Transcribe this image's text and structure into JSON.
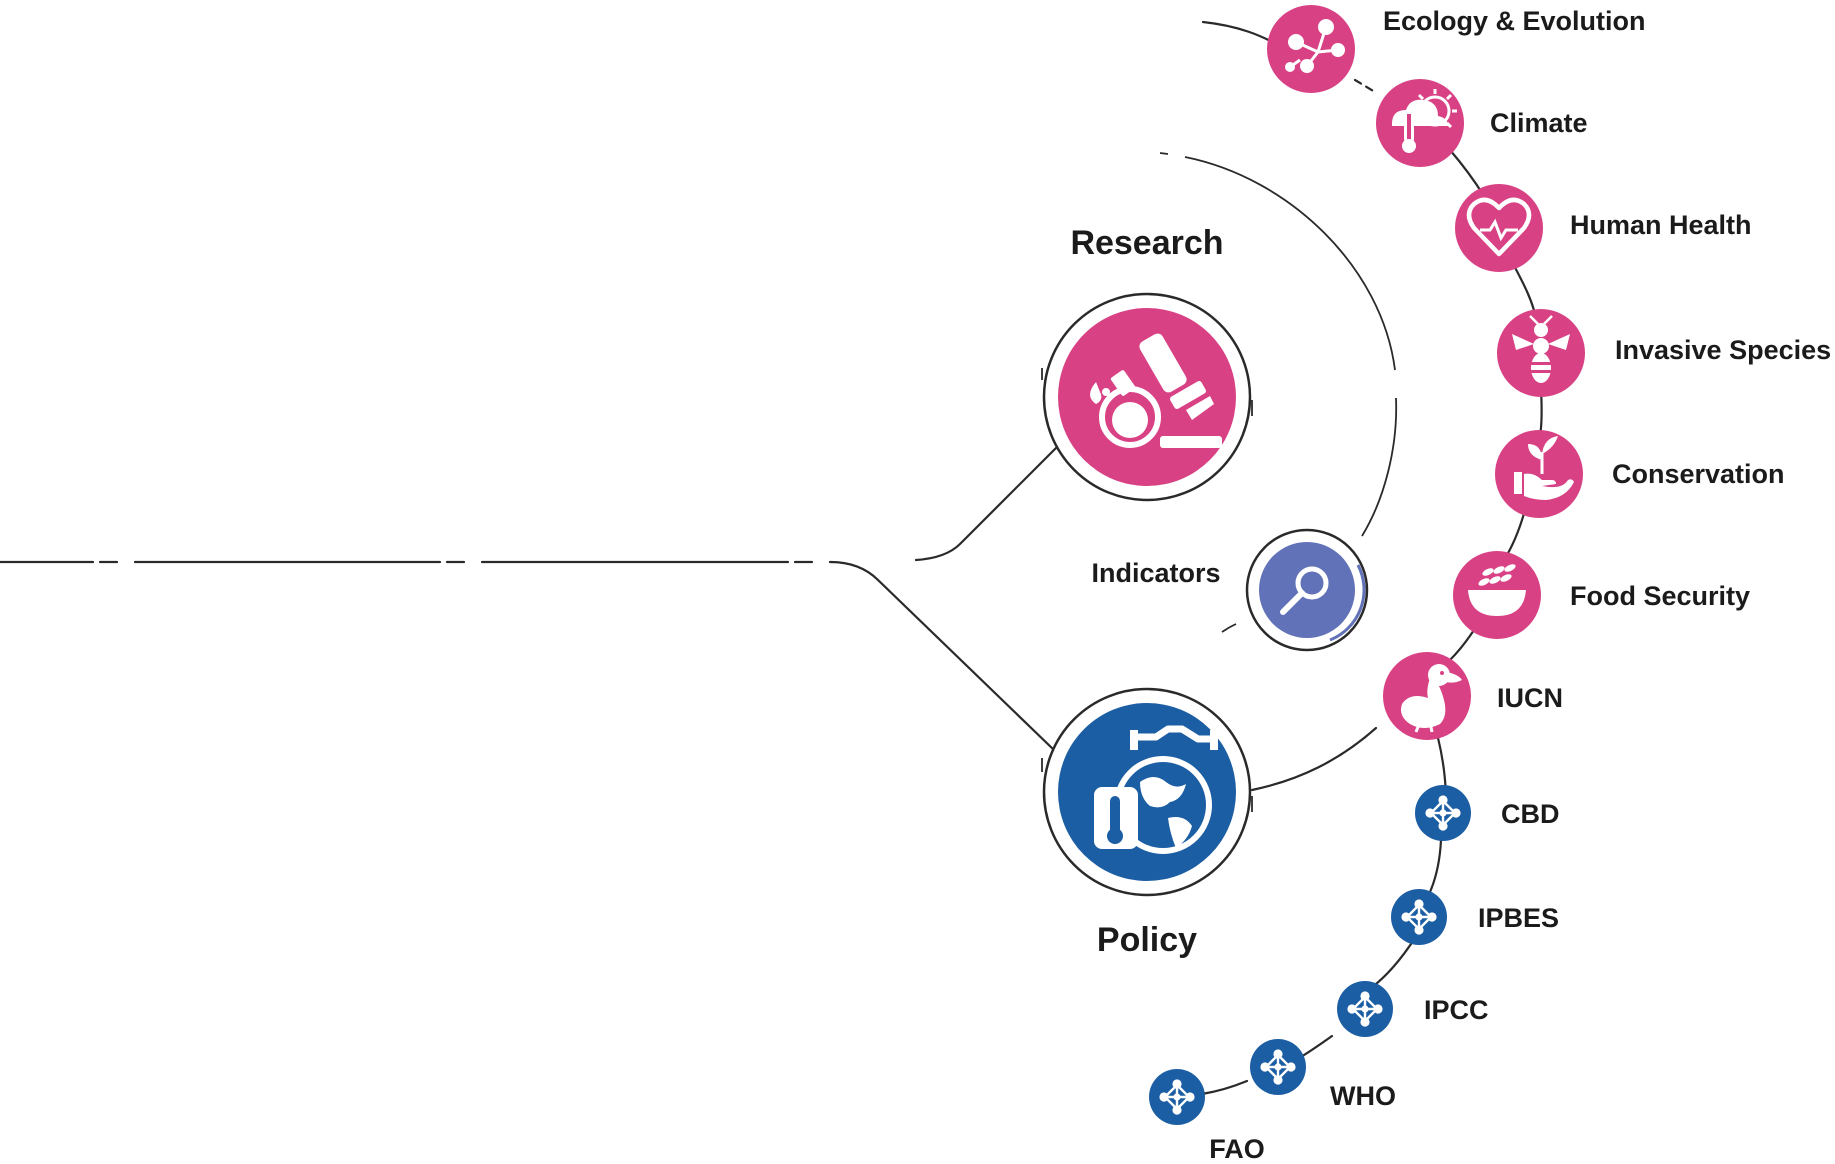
{
  "colors": {
    "magenta": "#d94185",
    "blue": "#1c5ea3",
    "indigo": "#6172b8",
    "line": "#2a2a2a",
    "text": "#1b1b1b"
  },
  "hubs": {
    "research": {
      "label": "Research",
      "icon": "microscope-flask-icon"
    },
    "policy": {
      "label": "Policy",
      "icon": "globe-handshake-thermometer-icon"
    },
    "indicators": {
      "label": "Indicators",
      "icon": "gauge-icon"
    }
  },
  "research_topics": [
    {
      "label": "Ecology & Evolution",
      "icon": "ecology-network-icon"
    },
    {
      "label": "Climate",
      "icon": "weather-thermometer-icon"
    },
    {
      "label": "Human Health",
      "icon": "heart-pulse-icon"
    },
    {
      "label": "Invasive Species",
      "icon": "wasp-icon"
    },
    {
      "label": "Conservation",
      "icon": "hand-plant-icon"
    },
    {
      "label": "Food Security",
      "icon": "grain-bowl-icon"
    },
    {
      "label": "IUCN",
      "icon": "dodo-bird-icon"
    }
  ],
  "policy_bodies": [
    {
      "label": "CBD",
      "icon": "network-icon"
    },
    {
      "label": "IPBES",
      "icon": "network-icon"
    },
    {
      "label": "IPCC",
      "icon": "network-icon"
    },
    {
      "label": "WHO",
      "icon": "network-icon"
    },
    {
      "label": "FAO",
      "icon": "network-icon"
    }
  ]
}
